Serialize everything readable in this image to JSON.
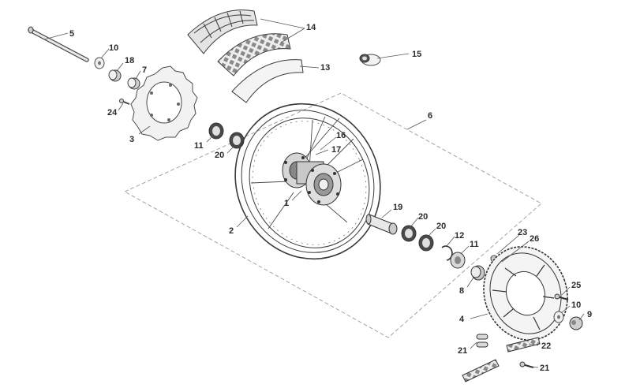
{
  "diagram": {
    "labels": {
      "p1": "1",
      "p2": "2",
      "p3": "3",
      "p4": "4",
      "p5": "5",
      "p6": "6",
      "p7": "7",
      "p8": "8",
      "p9": "9",
      "p10a": "10",
      "p10b": "10",
      "p11a": "11",
      "p11b": "11",
      "p12": "12",
      "p13": "13",
      "p14": "14",
      "p15": "15",
      "p16": "16",
      "p17": "17",
      "p18": "18",
      "p19": "19",
      "p20a": "20",
      "p20b": "20",
      "p20c": "20",
      "p21a": "21",
      "p21b": "21",
      "p22": "22",
      "p23": "23",
      "p24": "24",
      "p25": "25",
      "p26": "26"
    }
  }
}
